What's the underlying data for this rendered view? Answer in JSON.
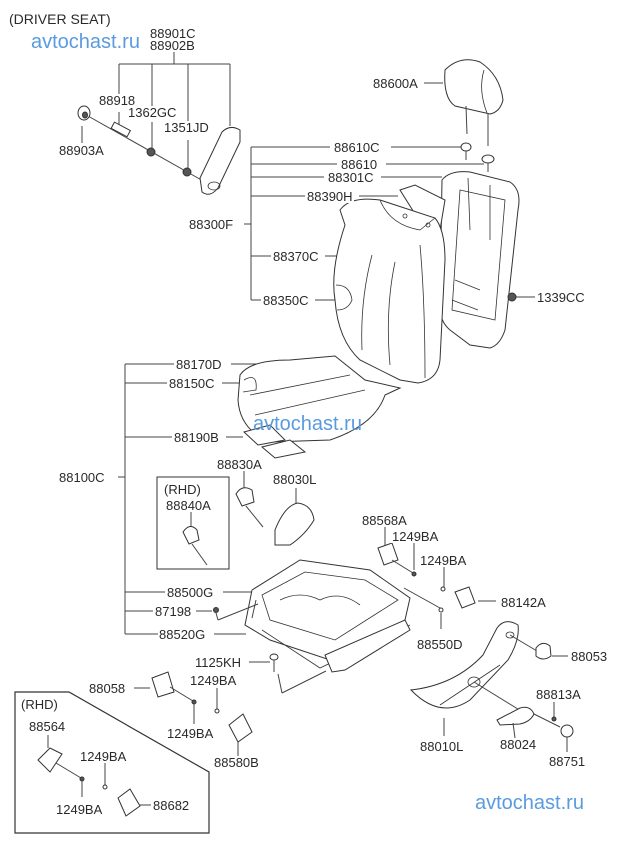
{
  "title": "(DRIVER SEAT)",
  "watermarks": [
    "avtochast.ru",
    "avtochast.ru",
    "avtochast.ru"
  ],
  "colors": {
    "watermark": "#5a9be0",
    "line": "#444444"
  },
  "labels": {
    "p88901C": "88901C",
    "p88902B": "88902B",
    "p88918": "88918",
    "p1362GC": "1362GC",
    "p1351JD": "1351JD",
    "p88903A": "88903A",
    "p88600A": "88600A",
    "p88610C": "88610C",
    "p88610": "88610",
    "p88301C": "88301C",
    "p88390H": "88390H",
    "p88300F": "88300F",
    "p88370C": "88370C",
    "p88350C": "88350C",
    "p1339CC": "1339CC",
    "p88170D": "88170D",
    "p88150C": "88150C",
    "p88190B": "88190B",
    "p88100C": "88100C",
    "p88830A": "88830A",
    "p88030L": "88030L",
    "rhd1": "(RHD)",
    "p88840A": "88840A",
    "p88568A": "88568A",
    "p1249BA_a": "1249BA",
    "p1249BA_b": "1249BA",
    "p88142A": "88142A",
    "p88500G": "88500G",
    "p87198": "87198",
    "p88520G": "88520G",
    "p88550D": "88550D",
    "p1125KH": "1125KH",
    "p88053": "88053",
    "p88058": "88058",
    "p1249BA_c": "1249BA",
    "p1249BA_d": "1249BA",
    "p88580B": "88580B",
    "p88813A": "88813A",
    "p88010L": "88010L",
    "p88024": "88024",
    "p88751": "88751",
    "rhd2": "(RHD)",
    "p88564": "88564",
    "p1249BA_e": "1249BA",
    "p1249BA_f": "1249BA",
    "p88682": "88682"
  }
}
